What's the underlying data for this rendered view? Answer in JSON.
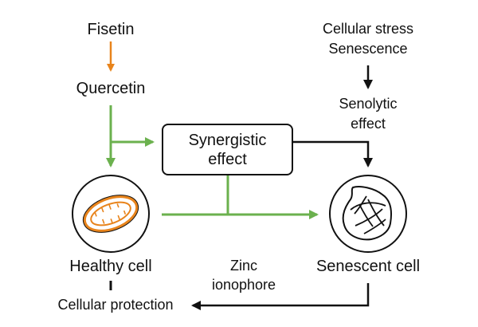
{
  "colors": {
    "orange": "#E8841C",
    "green": "#6BB14E",
    "black": "#111111"
  },
  "nodes": {
    "fisetin": "Fisetin",
    "quercetin": "Quercetin",
    "stress_line1": "Cellular stress",
    "stress_line2": "Senescence",
    "senolytic_line1": "Senolytic",
    "senolytic_line2": "effect",
    "synergistic_line1": "Synergistic",
    "synergistic_line2": "effect",
    "healthy_cell": "Healthy cell",
    "senescent_cell": "Senescent cell",
    "zinc_line1": "Zinc",
    "zinc_line2": "ionophore",
    "protection": "Cellular protection"
  },
  "icons": {
    "healthy": "mitochondrion-icon",
    "senescent": "damaged-nucleus-icon"
  }
}
